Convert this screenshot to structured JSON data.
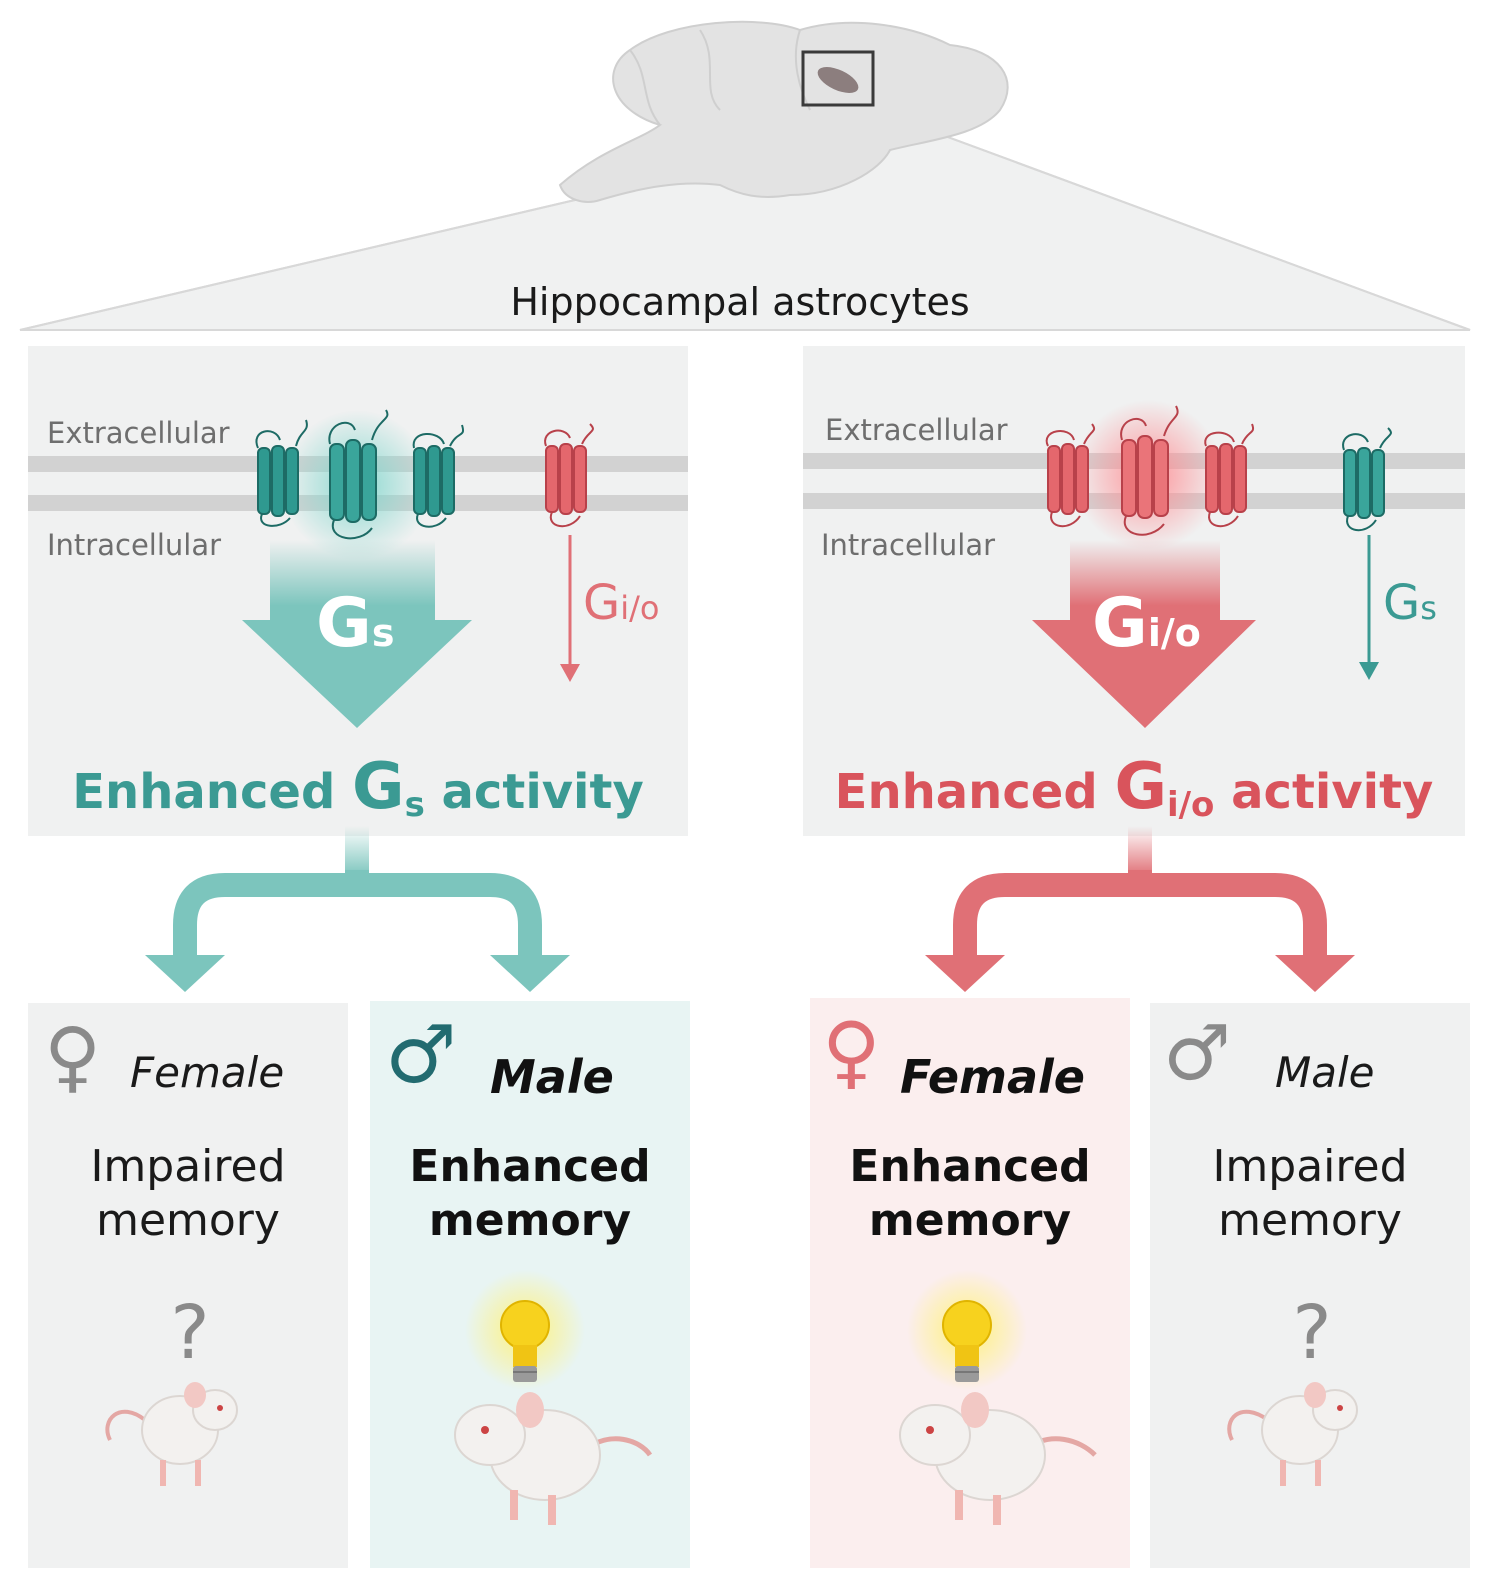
{
  "header": {
    "title": "Hippocampal astrocytes"
  },
  "colors": {
    "teal": "#3b9a93",
    "teal_light": "#7cc5bd",
    "red": "#e07076",
    "red_dark": "#d9545c",
    "panel_gray": "#f0f1f1",
    "teal_tint": "#e8f4f3",
    "red_tint": "#fbeeee"
  },
  "left_panel": {
    "extracellular": "Extracellular",
    "intracellular": "Intracellular",
    "big_arrow": {
      "main": "G",
      "sub": "s"
    },
    "small_arrow": {
      "main": "G",
      "sub": "i/o"
    },
    "activity": {
      "prefix": "Enhanced ",
      "main": "G",
      "sub": "s",
      "suffix": " activity"
    }
  },
  "right_panel": {
    "extracellular": "Extracellular",
    "intracellular": "Intracellular",
    "big_arrow": {
      "main": "G",
      "sub": "i/o"
    },
    "small_arrow": {
      "main": "G",
      "sub": "s"
    },
    "activity": {
      "prefix": "Enhanced ",
      "main": "G",
      "sub": "i/o",
      "suffix": " activity"
    }
  },
  "outcomes": [
    {
      "sex_symbol": "♀",
      "sex": "Female",
      "line1": "Impaired",
      "line2": "memory",
      "marker": "?"
    },
    {
      "sex_symbol": "♂",
      "sex": "Male",
      "line1": "Enhanced",
      "line2": "memory",
      "marker": "lightbulb-icon"
    },
    {
      "sex_symbol": "♀",
      "sex": "Female",
      "line1": "Enhanced",
      "line2": "memory",
      "marker": "lightbulb-icon"
    },
    {
      "sex_symbol": "♂",
      "sex": "Male",
      "line1": "Impaired",
      "line2": "memory",
      "marker": "?"
    }
  ]
}
